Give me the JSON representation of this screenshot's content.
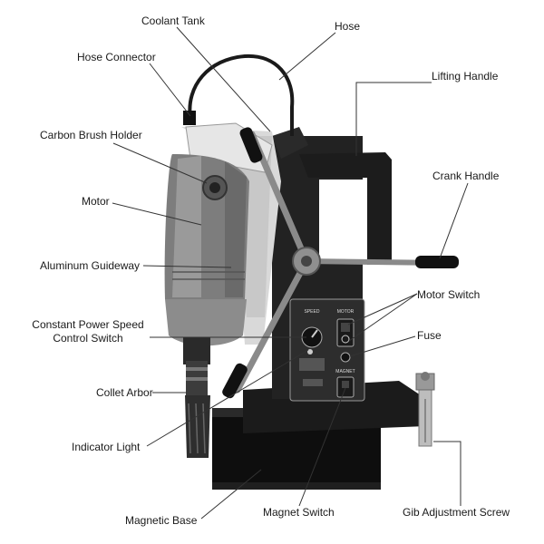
{
  "labels": {
    "coolant_tank": "Coolant Tank",
    "hose": "Hose",
    "hose_connector": "Hose Connector",
    "lifting_handle": "Lifting Handle",
    "carbon_brush_holder": "Carbon Brush Holder",
    "crank_handle": "Crank Handle",
    "motor": "Motor",
    "aluminum_guideway": "Aluminum Guideway",
    "motor_switch": "Motor Switch",
    "constant_power_speed_line1": "Constant Power Speed",
    "constant_power_speed_line2": "Control Switch",
    "fuse": "Fuse",
    "collet_arbor": "Collet Arbor",
    "indicator_light": "Indicator Light",
    "magnetic_base": "Magnetic Base",
    "magnet_switch": "Magnet Switch",
    "gib_adjustment_screw": "Gib Adjustment Screw"
  },
  "panel": {
    "speed": "SPEED",
    "motor": "MOTOR",
    "magnet": "MAGNET"
  }
}
